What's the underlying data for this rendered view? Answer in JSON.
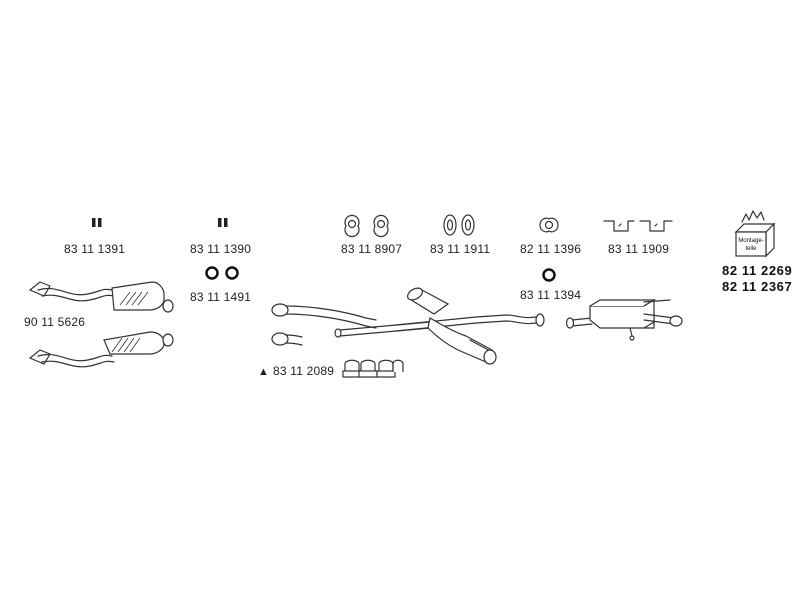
{
  "parts": {
    "p1391": "83 11 1391",
    "p1390": "83 11 1390",
    "p8907": "83 11 8907",
    "p1911": "83 11 1911",
    "p1396": "82 11 1396",
    "p1909": "83 11 1909",
    "p2269": "82 11 2269",
    "p2367": "82 11 2367",
    "p1491": "83 11 1491",
    "p1394": "83 11 1394",
    "p5626": "90 11 5626",
    "p2089": "83 11 2089"
  },
  "kit_box": {
    "text": "Montage-teile"
  },
  "warning_symbol": "▲",
  "icons": {
    "clamp": "clamp-icon",
    "ring": "o-ring-icon",
    "gasket": "gasket-icon",
    "hanger": "hanger-icon",
    "kit": "mounting-kit-box-icon",
    "warning": "warning-triangle-icon"
  },
  "colors": {
    "line": "#333333",
    "background": "#ffffff"
  }
}
